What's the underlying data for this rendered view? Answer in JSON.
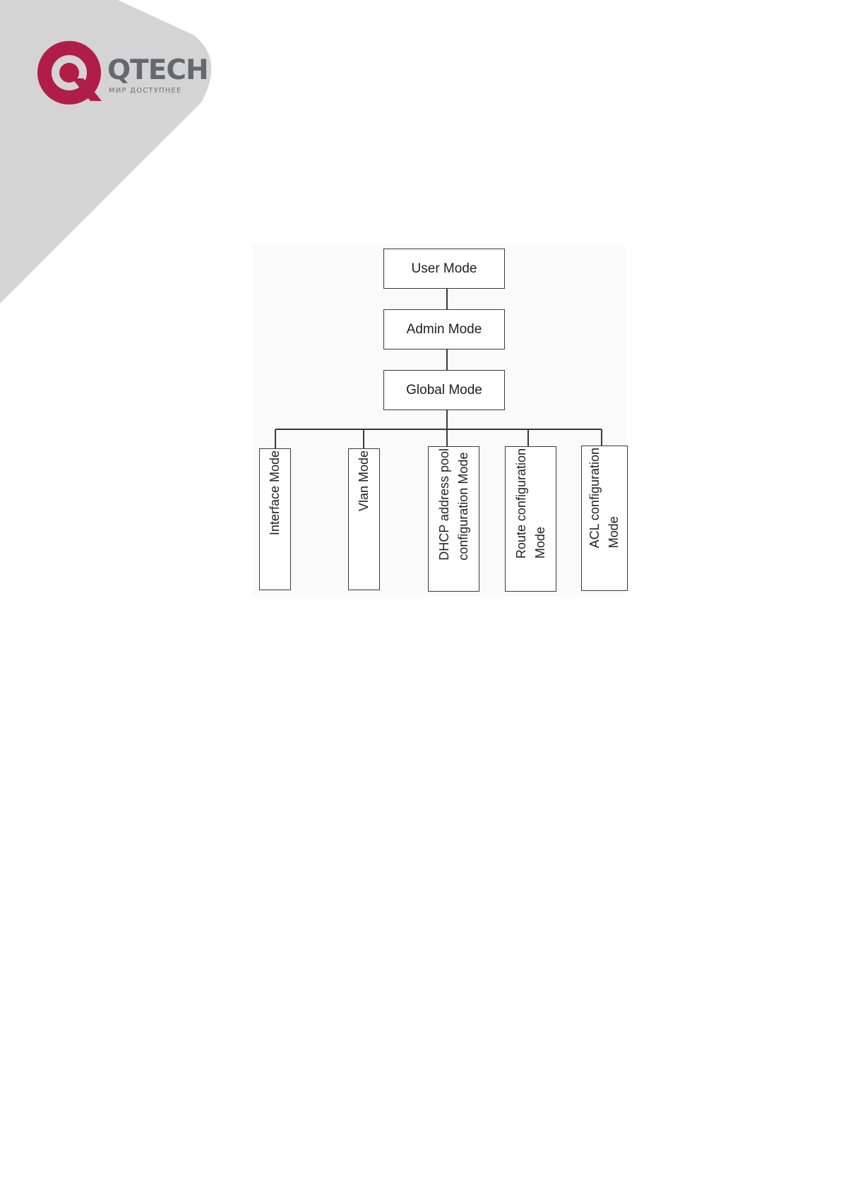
{
  "brand": {
    "name": "QTECH",
    "tagline": "МИР ДОСТУПНЕЕ",
    "logo_icon": "q-logo-icon",
    "primary_color": "#b01e47",
    "text_color": "#66686b",
    "corner_color": "#d4d4d4"
  },
  "diagram": {
    "line_color": "#3a3a3a",
    "chain": [
      {
        "id": "user",
        "label": "User Mode"
      },
      {
        "id": "admin",
        "label": "Admin Mode"
      },
      {
        "id": "global",
        "label": "Global Mode"
      }
    ],
    "children": [
      {
        "id": "interface",
        "label": "Interface Mode"
      },
      {
        "id": "vlan",
        "label": "Vlan Mode"
      },
      {
        "id": "dhcp",
        "label": "DHCP address pool\nconfiguration Mode"
      },
      {
        "id": "route",
        "label": "Route configuration\nMode"
      },
      {
        "id": "acl",
        "label": "ACL configuration\nMode"
      }
    ]
  }
}
